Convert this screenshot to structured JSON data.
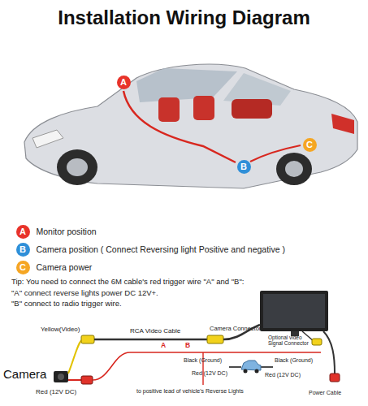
{
  "diagram": {
    "title": "Installation Wiring Diagram",
    "nodes": [
      {
        "text": [
          "A"
        ]
      },
      {
        "text": [
          "B"
        ]
      },
      {
        "text": [
          "C"
        ]
      },
      {
        "text": [
          "A",
          "Monitor position"
        ]
      },
      {
        "text": [
          "B",
          "Camera position ( Connect Reversing light Positive and negative )"
        ]
      },
      {
        "text": [
          "C",
          "Camera power"
        ]
      }
    ],
    "labels": [
      "Tip: You need to connect the 6M cable's red trigger wire \"A\" and \"B\":",
      "\"A\" connect reverse lights power DC 12V+.",
      "\"B\" connect to radio trigger wire.",
      "Camera",
      "Yellow(Video)",
      "Red (12V DC)",
      "RCA Video Cable",
      "A",
      "B",
      "Camera Connector",
      "Optional video Signal Connector",
      "Black (Ground)",
      "Red (12V DC)",
      "to positive lead of vehicle's Reverse Lights",
      "Black (Ground)",
      "Red (12V DC)",
      "Power Cable"
    ]
  }
}
